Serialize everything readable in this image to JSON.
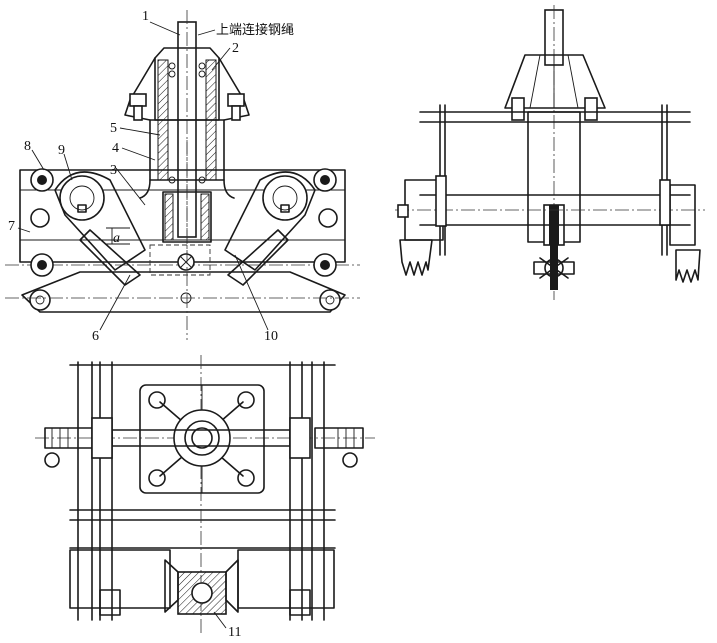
{
  "annotations": {
    "top_rope_label": "上端连接钢绳",
    "dimension_a": "a"
  },
  "callouts": [
    {
      "id": "1",
      "text": "1"
    },
    {
      "id": "2",
      "text": "2"
    },
    {
      "id": "3",
      "text": "3"
    },
    {
      "id": "4",
      "text": "4"
    },
    {
      "id": "5",
      "text": "5"
    },
    {
      "id": "6",
      "text": "6"
    },
    {
      "id": "7",
      "text": "7"
    },
    {
      "id": "8",
      "text": "8"
    },
    {
      "id": "9",
      "text": "9"
    },
    {
      "id": "10",
      "text": "10"
    },
    {
      "id": "11",
      "text": "11"
    }
  ]
}
